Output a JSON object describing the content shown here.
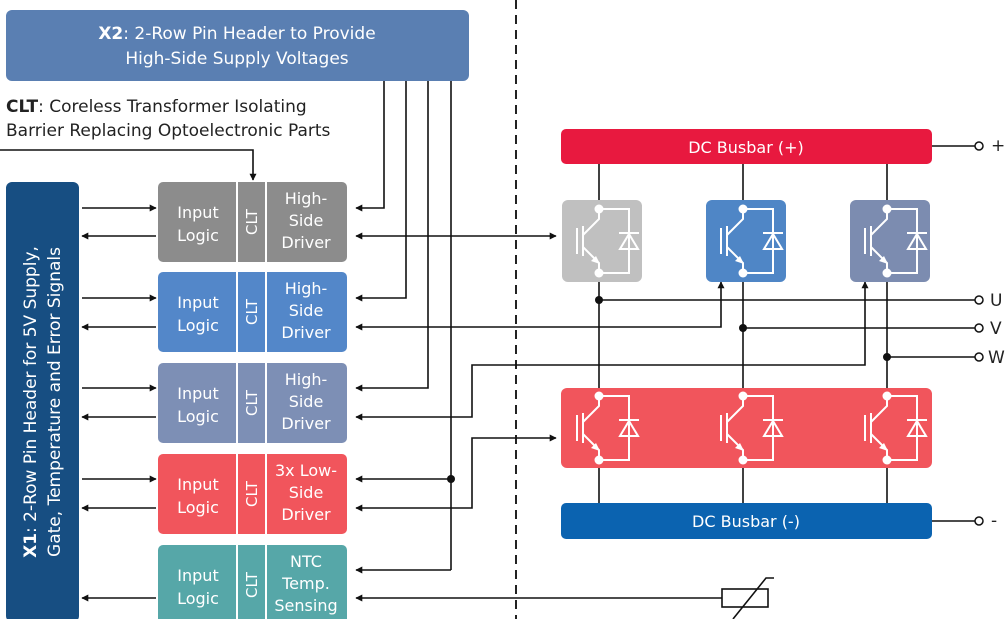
{
  "x2_header": {
    "prefix": "X2",
    "line1_rest": ": 2-Row Pin Header to Provide",
    "line2": "High-Side Supply Voltages"
  },
  "clt_caption": {
    "prefix": "CLT",
    "line1_rest": ": Coreless Transformer Isolating",
    "line2": "Barrier Replacing Optoelectronic Parts"
  },
  "x1_header": {
    "prefix": "X1",
    "line1_rest": ": 2-Row Pin Header for 5V Supply,",
    "line2": "Gate, Temperature and Error Signals"
  },
  "drivers": [
    {
      "input": [
        "Input",
        "Logic"
      ],
      "clt": "CLT",
      "driver": [
        "High-",
        "Side",
        "Driver"
      ],
      "color": "#8c8c8c"
    },
    {
      "input": [
        "Input",
        "Logic"
      ],
      "clt": "CLT",
      "driver": [
        "High-",
        "Side",
        "Driver"
      ],
      "color": "#5387c9"
    },
    {
      "input": [
        "Input",
        "Logic"
      ],
      "clt": "CLT",
      "driver": [
        "High-",
        "Side",
        "Driver"
      ],
      "color": "#7d8fb5"
    },
    {
      "input": [
        "Input",
        "Logic"
      ],
      "clt": "CLT",
      "driver": [
        "3x Low-",
        "Side",
        "Driver"
      ],
      "color": "#f1555c"
    },
    {
      "input": [
        "Input",
        "Logic"
      ],
      "clt": "CLT",
      "driver": [
        "NTC",
        "Temp.",
        "Sensing"
      ],
      "color": "#56a7a8"
    }
  ],
  "busbar_plus": {
    "label": "DC Busbar (+)",
    "terminal": "+",
    "color": "#e8193f"
  },
  "busbar_minus": {
    "label": "DC Busbar (-)",
    "terminal": "-",
    "color": "#0b63b0"
  },
  "phases": [
    "U",
    "V",
    "W"
  ],
  "high_side_switch_colors": [
    "#c0c0c0",
    "#4f86c6",
    "#7c8cb0"
  ],
  "low_side_color": "#f1555c",
  "header_colors": {
    "x2": "#5a7fb2",
    "x1": "#174e82"
  }
}
